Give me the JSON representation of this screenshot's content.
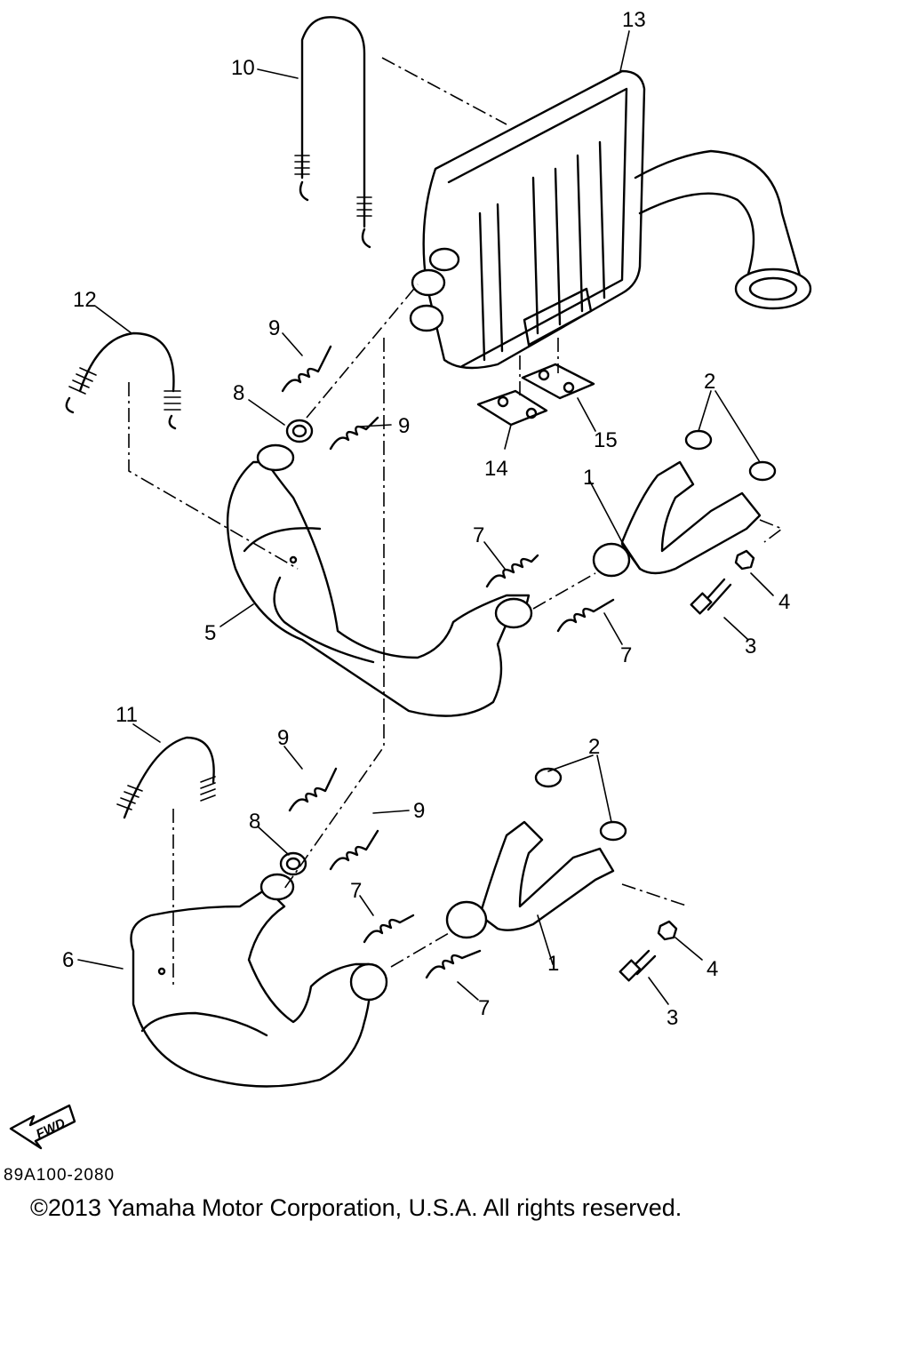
{
  "diagram": {
    "callouts": [
      "1",
      "2",
      "3",
      "4",
      "5",
      "6",
      "7",
      "8",
      "9",
      "10",
      "11",
      "12",
      "13",
      "14",
      "15"
    ],
    "fwd_label": "FWD"
  },
  "footer": {
    "code": "89A100-2080",
    "copyright": "©2013 Yamaha Motor Corporation, U.S.A. All rights reserved."
  }
}
